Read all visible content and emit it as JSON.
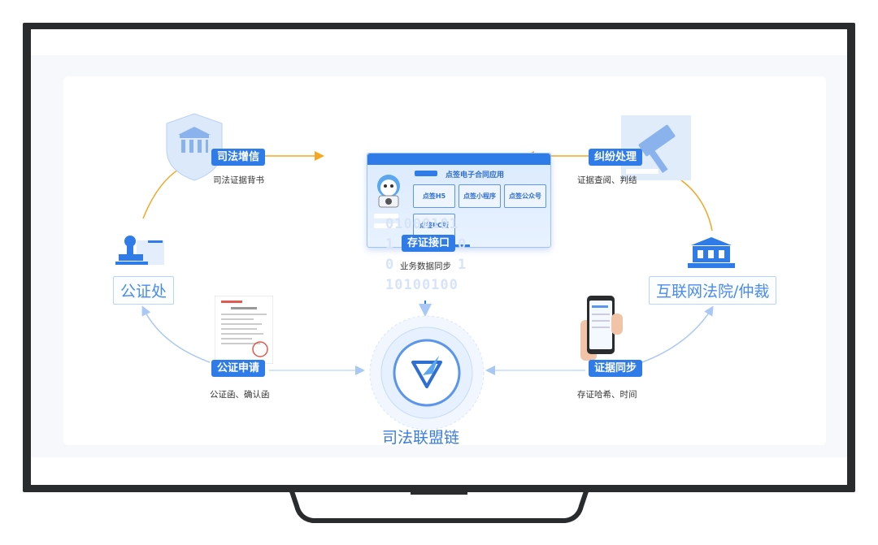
{
  "app_panel": {
    "title": "点签电子合同应用",
    "buttons": [
      "点签H5",
      "点签小程序",
      "点签公众号",
      "点签PC版"
    ]
  },
  "nodes": {
    "judicial_credit": {
      "tag": "司法增信",
      "caption": "司法证据背书"
    },
    "dispute": {
      "tag": "纠纷处理",
      "caption": "证据查阅、判结"
    },
    "interface": {
      "tag": "存证接口",
      "caption": "业务数据同步",
      "binary_top": "01000101",
      "binary_bottom": "10100100"
    },
    "notary_office": {
      "label": "公证处"
    },
    "court": {
      "label": "互联网法院/仲裁"
    },
    "notary_apply": {
      "tag": "公证申请",
      "caption": "公证函、确认函"
    },
    "evidence_sync": {
      "tag": "证据同步",
      "caption": "存证哈希、时间"
    },
    "chain": {
      "label": "司法联盟链"
    }
  },
  "colors": {
    "accent": "#2f7be8",
    "light": "#a9c8f5",
    "orange": "#f5a623"
  }
}
